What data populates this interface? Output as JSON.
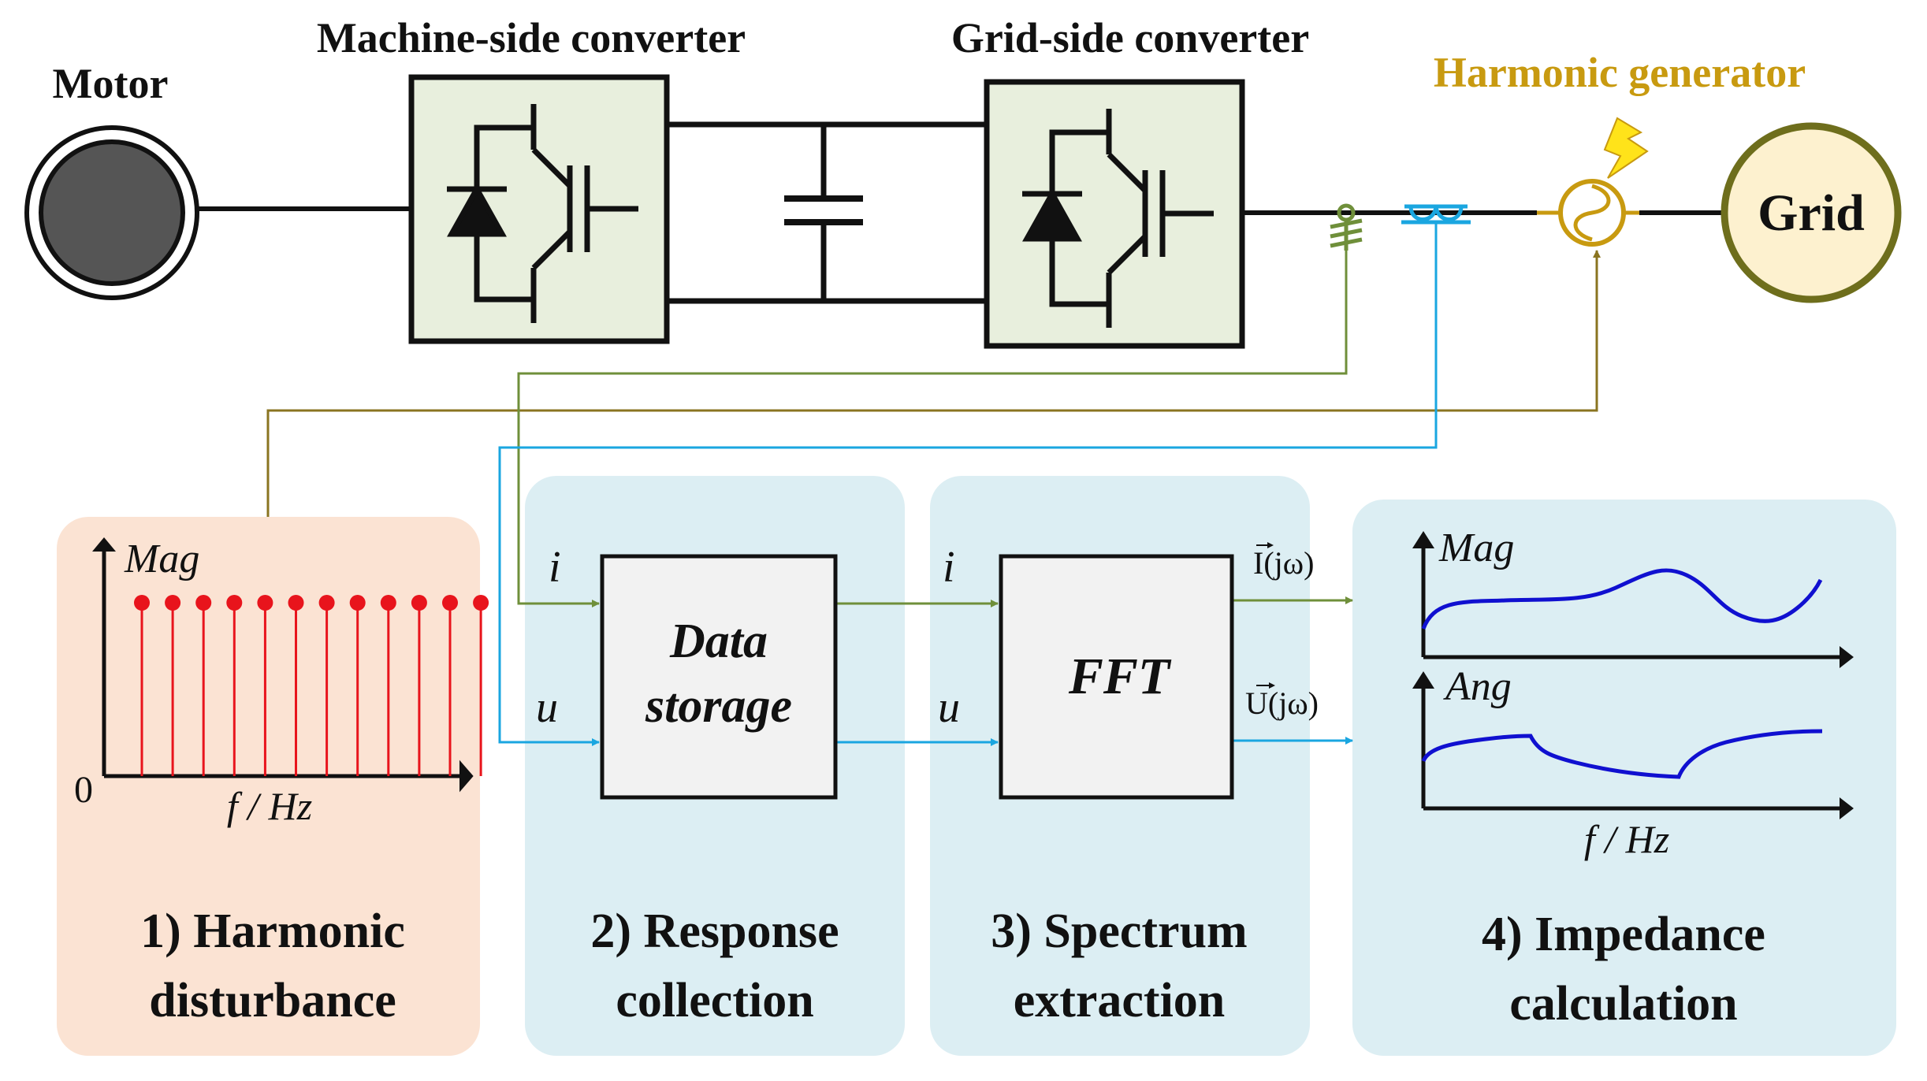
{
  "colors": {
    "green": "#6f8f3a",
    "blue": "#1aa6e0",
    "olive": "#8a7420",
    "gold": "#c89a10",
    "red": "#e8141c",
    "curve": "#1010d0",
    "converter_fill": "#e8efdd",
    "motor_fill": "#555555",
    "grid_fill": "#fdf1cf",
    "grid_ring": "#6e6e1c",
    "panel_orange": "#fbe3d3",
    "panel_blue": "#dceef3",
    "box_fill": "#f2f2f2"
  },
  "top": {
    "motor_label": "Motor",
    "machine_side_label": "Machine-side converter",
    "grid_side_label": "Grid-side converter",
    "harmonic_generator_label": "Harmonic generator",
    "grid_label": "Grid"
  },
  "steps": {
    "step1": {
      "line1": "1) Harmonic",
      "line2": "disturbance"
    },
    "step2": {
      "line1": "2) Response",
      "line2": "collection"
    },
    "step3": {
      "line1": "3) Spectrum",
      "line2": "extraction"
    },
    "step4": {
      "line1": "4) Impedance",
      "line2": "calculation"
    }
  },
  "spectrum_plot": {
    "y_label": "Mag",
    "x_label": "f / Hz",
    "origin_label": "0",
    "harmonic_count": 12,
    "relative_magnitude": 1.0
  },
  "signals": {
    "current": "i",
    "voltage": "u",
    "current_phasor": "I(jω)",
    "voltage_phasor": "U(jω)"
  },
  "boxes": {
    "data_storage_line1": "Data",
    "data_storage_line2": "storage",
    "fft": "FFT"
  },
  "impedance_plot": {
    "mag_label": "Mag",
    "ang_label": "Ang",
    "x_label": "f / Hz"
  }
}
